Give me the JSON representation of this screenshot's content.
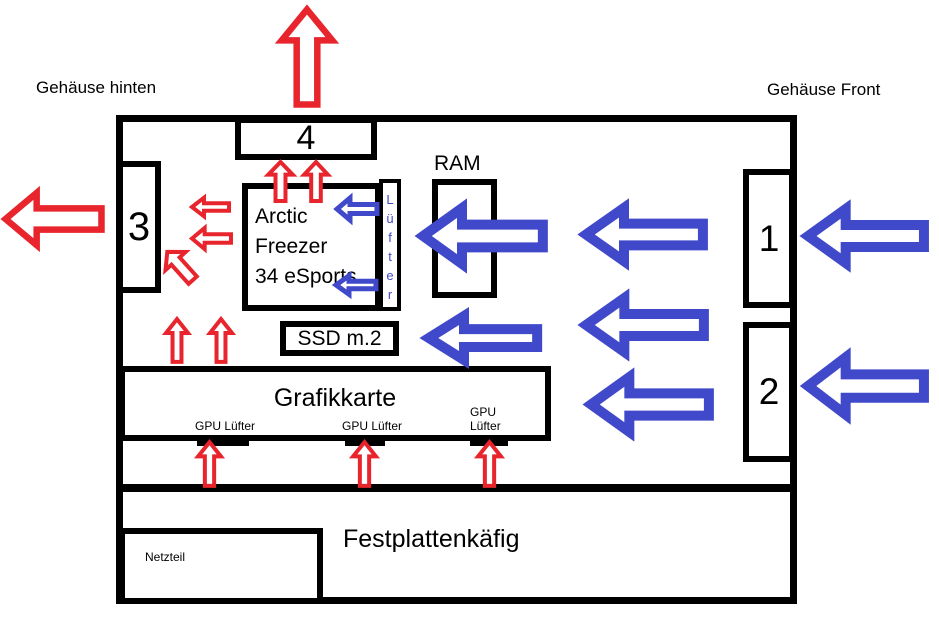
{
  "colors": {
    "red": "#e8252c",
    "blue": "#4149cb",
    "ink": "#000000"
  },
  "labels": {
    "case_back": "Gehäuse hinten",
    "case_front": "Gehäuse Front"
  },
  "fans": {
    "top_exhaust": "4",
    "rear_exhaust": "3",
    "front_top_intake": "1",
    "front_bottom_intake": "2"
  },
  "components": {
    "cpu_cooler_line1": "Arctic Freezer",
    "cpu_cooler_line2": "34 eSports",
    "cpu_cooler_fan": "Lüfter",
    "ram": "RAM",
    "ssd": "SSD m.2",
    "gpu": "Grafikkarte",
    "gpu_fans": [
      "GPU Lüfter",
      "GPU Lüfter",
      "GPU Lüfter"
    ],
    "psu": "Netzteil",
    "hdd_cage": "Festplattenkäfig"
  }
}
